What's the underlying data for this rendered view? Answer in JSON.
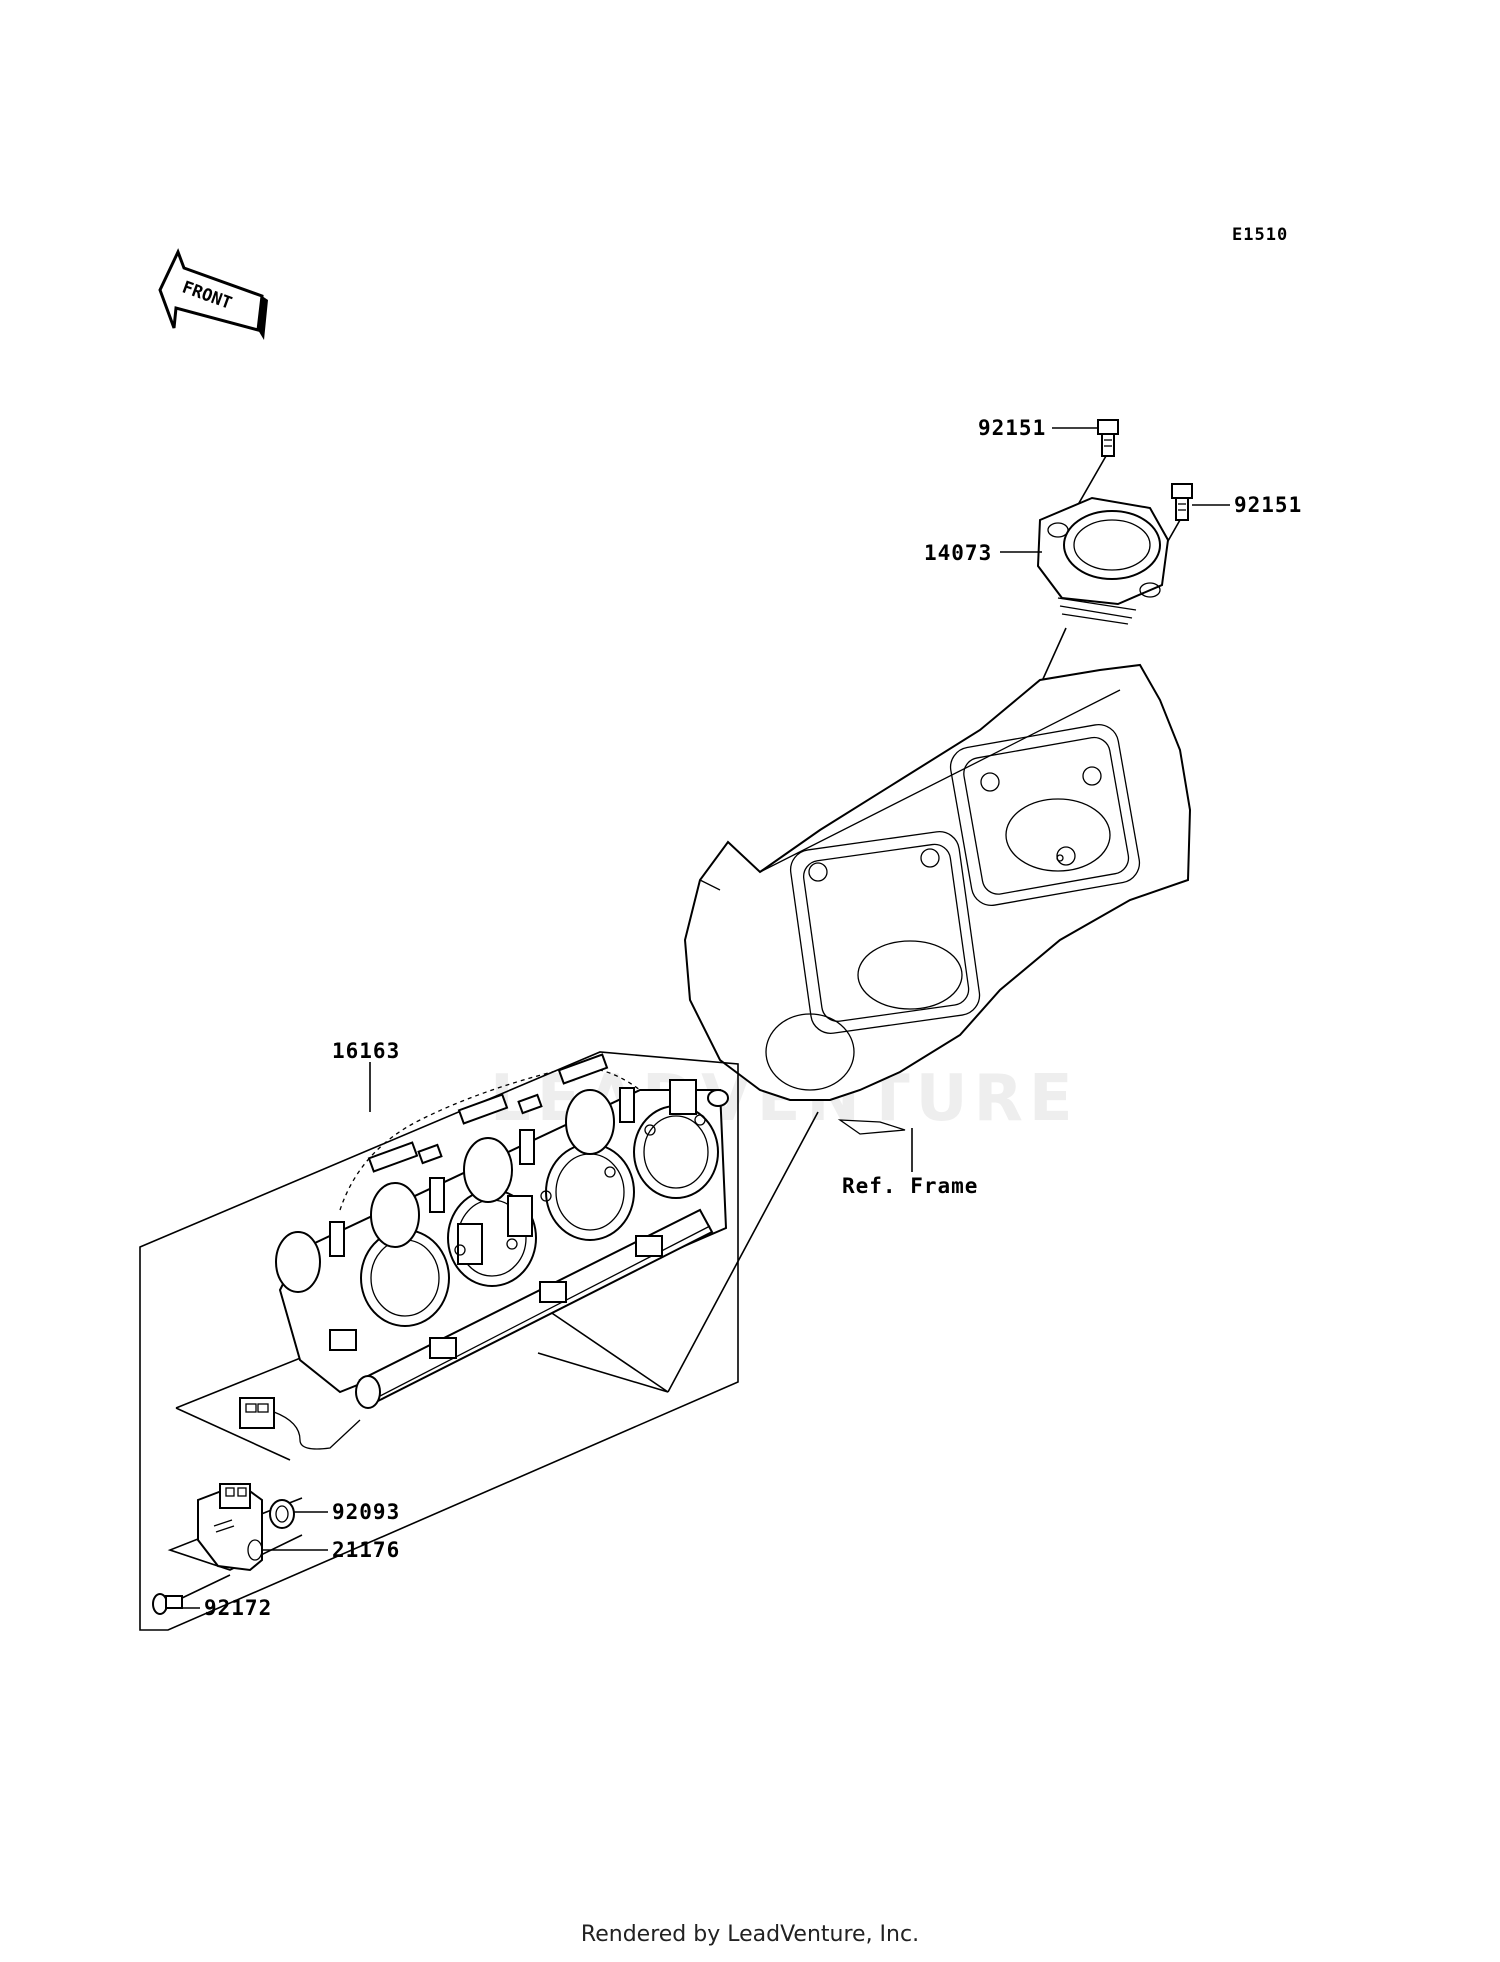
{
  "diagram_code": "E1510",
  "front_arrow_text": "FRONT",
  "watermark": "LEADVENTURE",
  "callouts": [
    {
      "id": "bolt-top-left",
      "part_number": "92151"
    },
    {
      "id": "bolt-top-right",
      "part_number": "92151"
    },
    {
      "id": "cap",
      "part_number": "14073"
    },
    {
      "id": "throttle-assy",
      "part_number": "16163"
    },
    {
      "id": "ref-frame",
      "part_number": "Ref. Frame"
    },
    {
      "id": "o-ring",
      "part_number": "92093"
    },
    {
      "id": "sensor",
      "part_number": "21176"
    },
    {
      "id": "screw",
      "part_number": "92172"
    }
  ],
  "footer": "Rendered by LeadVenture, Inc."
}
